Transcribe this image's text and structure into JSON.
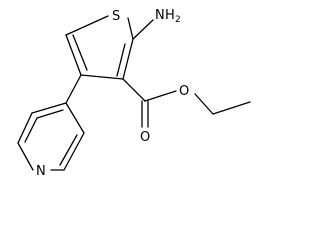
{
  "molecule": {
    "labels": {
      "sulfur": "S",
      "amino_n": "N",
      "amino_h": "H",
      "amino_h_count": "2",
      "carbonyl_o": "O",
      "ester_o": "O",
      "pyridine_n": "N"
    }
  }
}
